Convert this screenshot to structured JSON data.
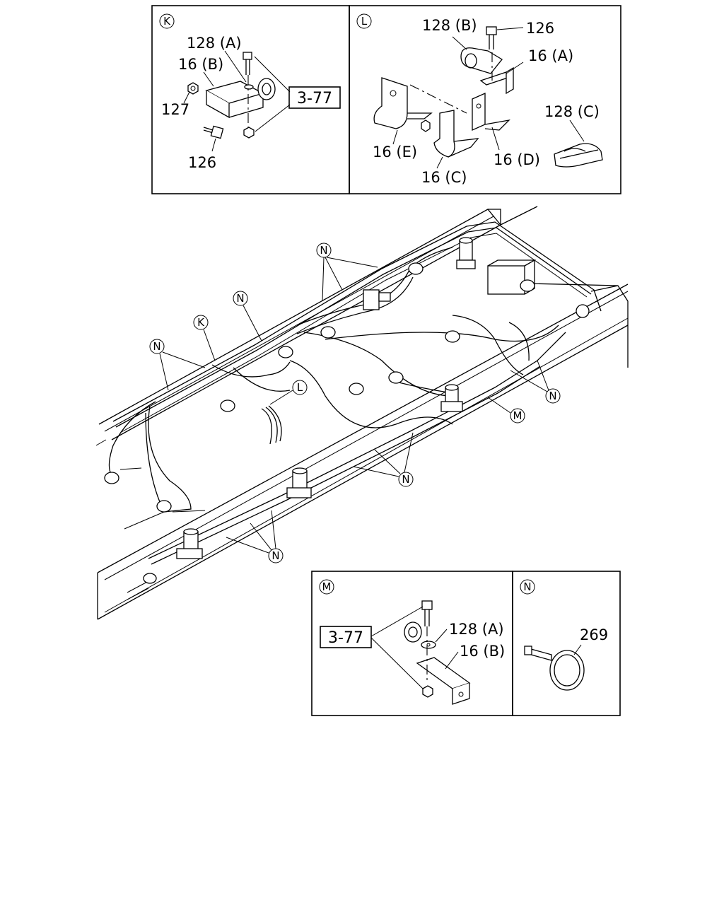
{
  "panels": {
    "k": {
      "marker": "K",
      "labels": {
        "clip_a": "128 (A)",
        "bracket_b": "16 (B)",
        "nut": "127",
        "bolt": "126",
        "ref": "3-77"
      }
    },
    "l": {
      "marker": "L",
      "labels": {
        "clip_b": "128 (B)",
        "bolt": "126",
        "bracket_a": "16 (A)",
        "clip_c": "128 (C)",
        "bracket_e": "16 (E)",
        "bracket_d": "16 (D)",
        "bracket_c": "16 (C)"
      }
    },
    "m": {
      "marker": "M",
      "labels": {
        "ref": "3-77",
        "clip_a": "128 (A)",
        "bracket_b": "16 (B)"
      }
    },
    "n": {
      "marker": "N",
      "labels": {
        "tie": "269"
      }
    }
  },
  "main_callouts": [
    "N",
    "N",
    "K",
    "N",
    "L",
    "N",
    "M",
    "N",
    "N"
  ]
}
